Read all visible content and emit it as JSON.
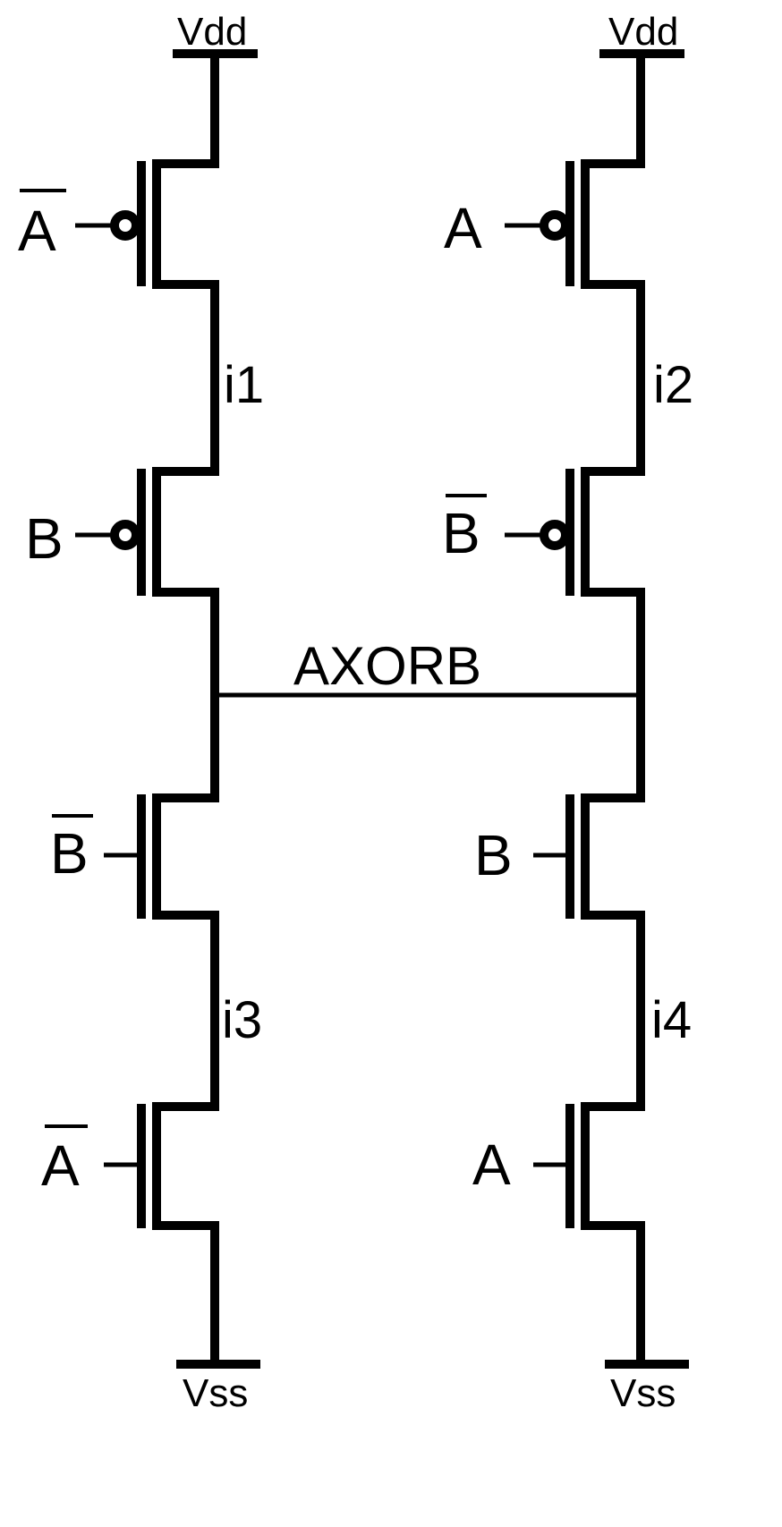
{
  "supply": {
    "vdd_left": "Vdd",
    "vdd_right": "Vdd",
    "vss_left": "Vss",
    "vss_right": "Vss"
  },
  "output_net": "AXORB",
  "nodes": {
    "i1": "i1",
    "i2": "i2",
    "i3": "i3",
    "i4": "i4"
  },
  "pmos": [
    {
      "gate": "A",
      "inverted": true
    },
    {
      "gate": "B",
      "inverted": false
    },
    {
      "gate": "A",
      "inverted": false
    },
    {
      "gate": "B",
      "inverted": true
    }
  ],
  "nmos": [
    {
      "gate": "B",
      "inverted": true
    },
    {
      "gate": "A",
      "inverted": true
    },
    {
      "gate": "B",
      "inverted": false
    },
    {
      "gate": "A",
      "inverted": false
    }
  ]
}
